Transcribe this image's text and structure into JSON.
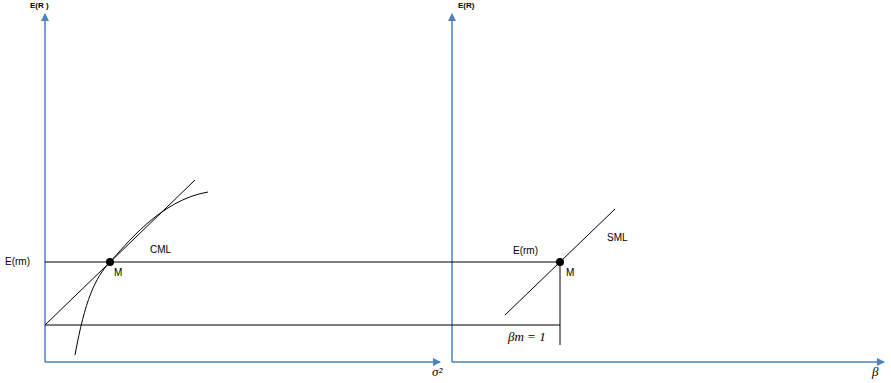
{
  "diagram": {
    "labels": [
      "E(R )",
      "E(R)",
      "CML",
      "M",
      "E(rm)",
      "E(rm)",
      "M",
      "SML",
      "βm = 1",
      "σ²",
      "β"
    ]
  }
}
